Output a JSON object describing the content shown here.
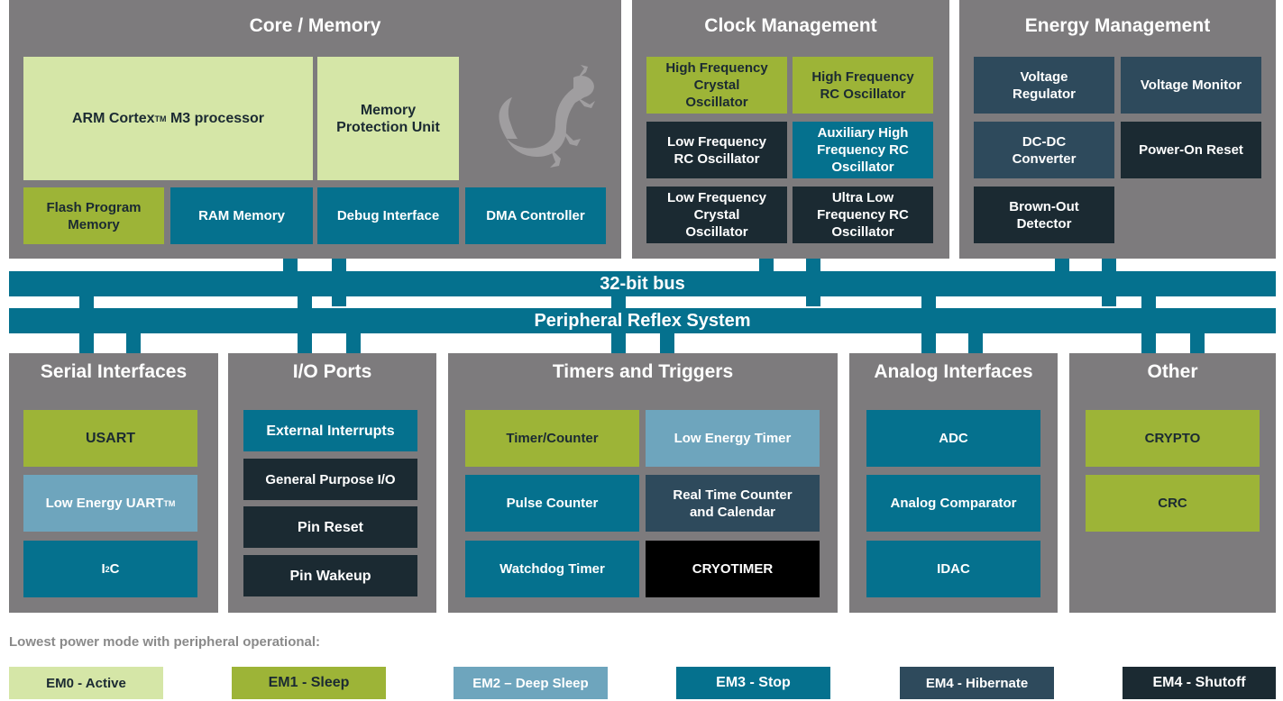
{
  "colors": {
    "panel": "#7d7b7d",
    "em0": "#d5e6a7",
    "em1": "#9db437",
    "em2": "#6ea5bd",
    "em3": "#05718e",
    "em4_hibernate": "#2e4a5c",
    "em4_shutoff": "#1b2a32",
    "cryotimer": "#000000"
  },
  "panels": {
    "core": {
      "title": "Core / Memory",
      "arm_pre": "ARM Cortex",
      "arm_tm": "TM",
      "arm_post": " M3 processor",
      "mpu": "Memory\nProtection Unit",
      "flash": "Flash Program\nMemory",
      "ram": "RAM Memory",
      "debug": "Debug Interface",
      "dma": "DMA Controller",
      "logo": "gecko-logo"
    },
    "clock": {
      "title": "Clock Management",
      "hfxo": "High Frequency\nCrystal\nOscillator",
      "hfrco": "High Frequency\nRC Oscillator",
      "lfrco": "Low Frequency\nRC Oscillator",
      "auxhfrco": "Auxiliary High\nFrequency RC\nOscillator",
      "lfxo": "Low Frequency\nCrystal\nOscillator",
      "ulfrco": "Ultra Low\nFrequency RC\nOscillator"
    },
    "energy": {
      "title": "Energy Management",
      "vreg": "Voltage\nRegulator",
      "vmon": "Voltage Monitor",
      "dcdc": "DC-DC\nConverter",
      "por": "Power-On Reset",
      "bod": "Brown-Out\nDetector"
    },
    "serial": {
      "title": "Serial Interfaces",
      "usart": "USART",
      "leuart_pre": "Low Energy UART",
      "leuart_tm": "TM",
      "i2c_pre": "I",
      "i2c_sup": "2",
      "i2c_post": "C"
    },
    "io": {
      "title": "I/O Ports",
      "extint": "External Interrupts",
      "gpio": "General Purpose I/O",
      "pinreset": "Pin Reset",
      "pinwakeup": "Pin Wakeup"
    },
    "timers": {
      "title": "Timers and Triggers",
      "timer": "Timer/Counter",
      "letimer": "Low Energy Timer",
      "pcnt": "Pulse Counter",
      "rtcc": "Real Time Counter\nand Calendar",
      "wdog": "Watchdog Timer",
      "cryotimer": "CRYOTIMER"
    },
    "analog": {
      "title": "Analog Interfaces",
      "adc": "ADC",
      "acmp": "Analog Comparator",
      "idac": "IDAC"
    },
    "other": {
      "title": "Other",
      "crypto": "CRYPTO",
      "crc": "CRC"
    }
  },
  "bus": {
    "bus32": "32-bit bus",
    "prs": "Peripheral Reflex System"
  },
  "legend": {
    "title": "Lowest power mode with peripheral operational:",
    "em0": "EM0 - Active",
    "em1": "EM1 - Sleep",
    "em2": "EM2 – Deep Sleep",
    "em3": "EM3 - Stop",
    "em4h": "EM4 - Hibernate",
    "em4s": "EM4 - Shutoff"
  }
}
